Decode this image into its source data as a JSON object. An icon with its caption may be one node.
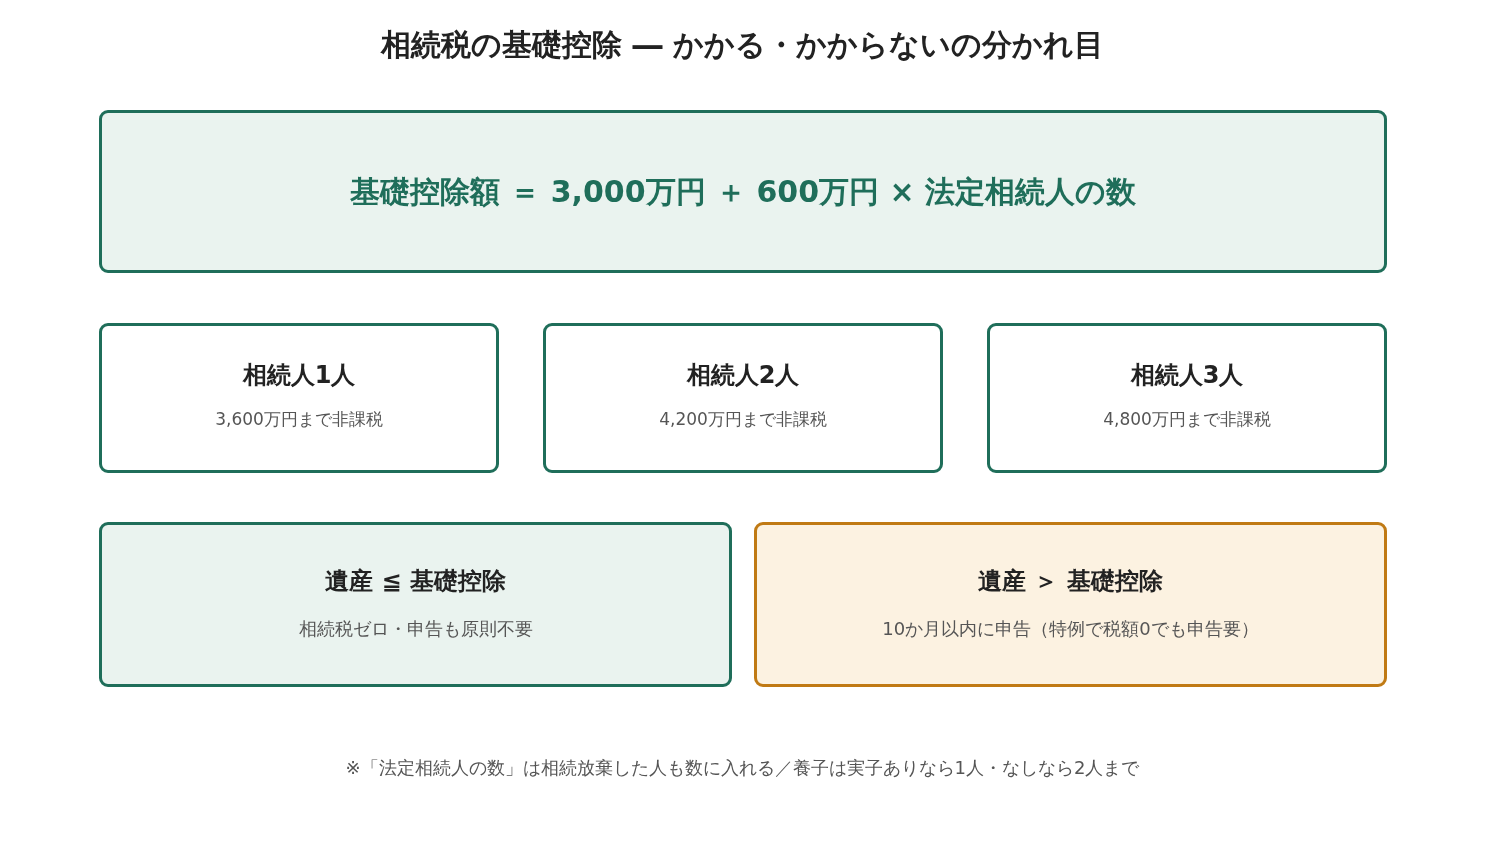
{
  "diagram": {
    "title": "相続税の基礎控除 ― かかる・かからないの分かれ目",
    "nodes": [
      {
        "text": [
          "基礎控除額 ＝ 3,000万円 ＋ 600万円 × 法定相続人の数"
        ]
      },
      {
        "text": [
          "相続人1人",
          "3,600万円まで非課税"
        ]
      },
      {
        "text": [
          "相続人2人",
          "4,200万円まで非課税"
        ]
      },
      {
        "text": [
          "相続人3人",
          "4,800万円まで非課税"
        ]
      },
      {
        "text": [
          "遺産 ≦ 基礎控除",
          "相続税ゼロ・申告も原則不要"
        ]
      },
      {
        "text": [
          "遺産 ＞ 基礎控除",
          "10か月以内に申告（特例で税額0でも申告要）"
        ]
      }
    ],
    "edges": [],
    "labels": [
      "※「法定相続人の数」は相続放棄した人も数に入れる／養子は実子ありなら1人・なしなら2人まで"
    ]
  }
}
